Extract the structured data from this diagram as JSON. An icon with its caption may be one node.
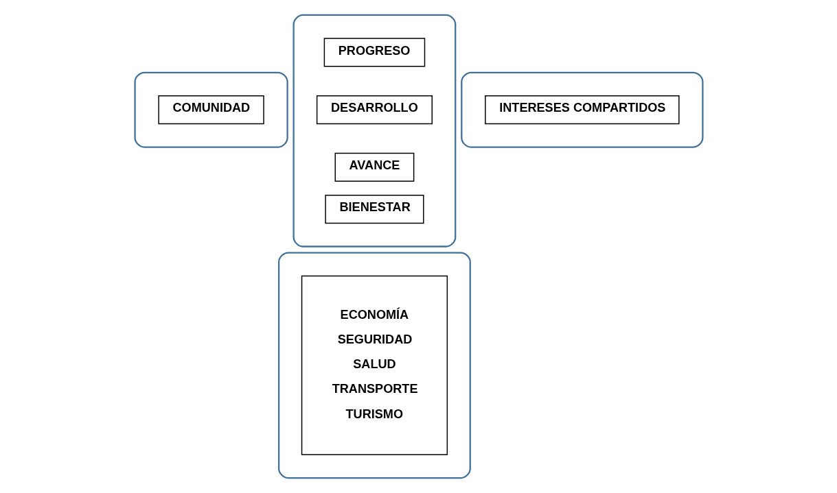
{
  "diagram": {
    "nodes": [
      {
        "text": [],
        "shape": "box"
      },
      {
        "text": [
          "PROGRESO"
        ],
        "in": 0
      },
      {
        "text": [
          "DESARROLLO"
        ],
        "in": 0
      },
      {
        "text": [
          "AVANCE"
        ],
        "in": 0
      },
      {
        "text": [
          "BIENESTAR"
        ],
        "in": 0
      },
      {
        "text": [],
        "shape": "box"
      },
      {
        "text": [
          "COMUNIDAD"
        ],
        "in": 5
      },
      {
        "text": [],
        "shape": "box"
      },
      {
        "text": [
          "INTERESES COMPARTIDOS"
        ],
        "in": 7
      },
      {
        "text": [],
        "shape": "box"
      },
      {
        "text": [
          "ECONOMÍA",
          "SEGURIDAD",
          "SALUD",
          "TRANSPORTE",
          "TURISMO"
        ],
        "in": 9
      }
    ]
  }
}
